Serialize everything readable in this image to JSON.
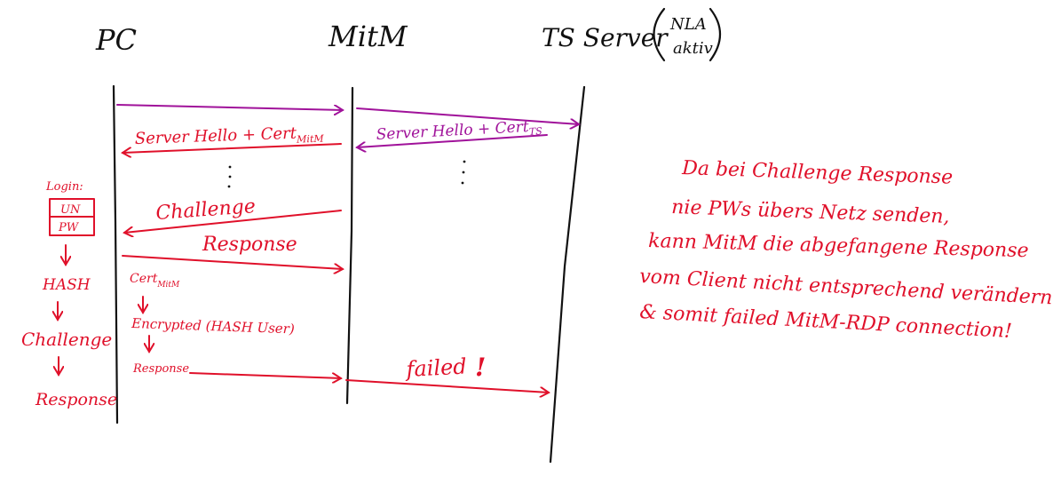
{
  "participants": {
    "pc": "PC",
    "mitm": "MitM",
    "server": "TS Server",
    "server_note_line1": "NLA",
    "server_note_line2": "aktiv"
  },
  "messages": {
    "server_hello_cert_mitm": "Server Hello + Cert",
    "server_hello_cert_mitm_sub": "MitM",
    "server_hello_cert_ts": "Server Hello + Cert",
    "server_hello_cert_ts_sub": "TS",
    "challenge": "Challenge",
    "response": "Response",
    "failed": "failed"
  },
  "login_box": {
    "title": "Login:",
    "un": "UN",
    "pw": "PW"
  },
  "left_flow": {
    "hash": "HASH",
    "challenge": "Challenge",
    "response": "Response"
  },
  "pc_steps": {
    "cert": "Cert",
    "cert_sub": "MitM",
    "encrypted": "Encrypted (HASH User)",
    "response": "Response"
  },
  "note_lines": [
    "Da bei Challenge Response",
    "nie PWs übers Netz senden,",
    "kann MitM die abgefangene Response",
    "vom Client nicht entsprechend verändern",
    "& somit failed MitM-RDP connection!"
  ],
  "colors": {
    "black": "#111111",
    "red": "#e0102a",
    "purple": "#a0129a"
  }
}
